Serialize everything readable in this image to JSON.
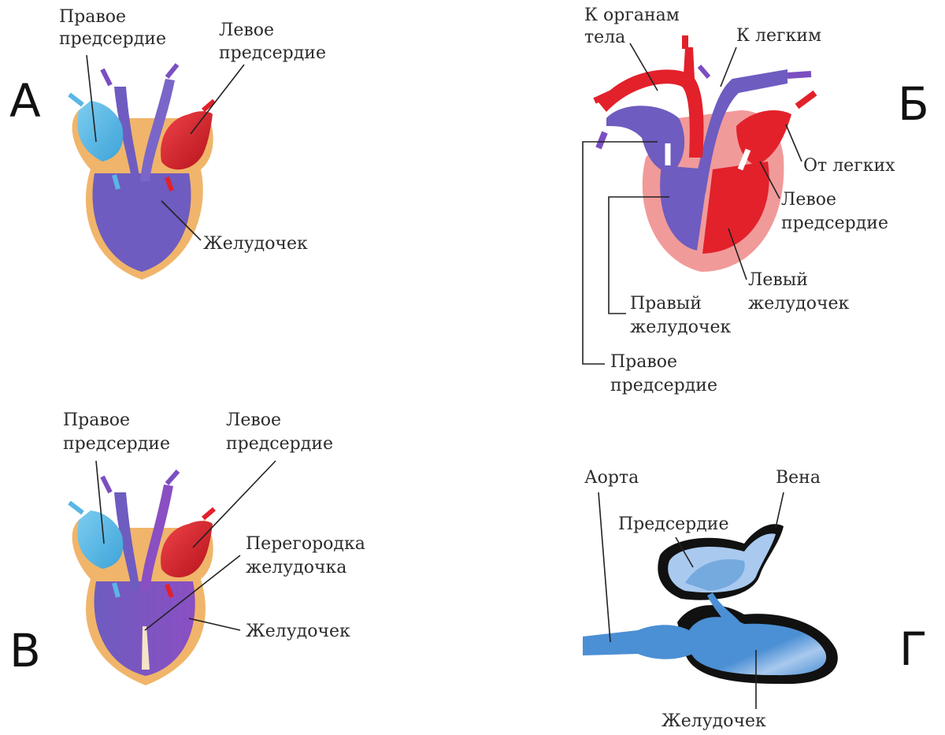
{
  "colors": {
    "deoxygenated": "#6e5cc0",
    "oxygenated": "#e2212b",
    "mixed": "#8a4fc2",
    "right_atrium_light": "#57b9e6",
    "pericardium": "#f0b56a",
    "fish_blue": "#4b8fd4",
    "mammal_wall": "#f19a9a",
    "arrow_blue": "#5ab6e5",
    "arrow_purple": "#7b4fc0",
    "arrow_red": "#e2212b"
  },
  "panels": {
    "a": {
      "letter": "А",
      "right_atrium": "Правое предсердие",
      "left_atrium": "Левое предсердие",
      "ventricle": "Желудочек"
    },
    "b": {
      "letter": "Б",
      "to_body": "К органам тела",
      "to_lungs": "К легким",
      "from_lungs": "От легких",
      "left_atrium": "Левое предсердие",
      "left_ventricle": "Левый желудочек",
      "right_ventricle": "Правый желудочек",
      "right_atrium": "Правое предсердие"
    },
    "c": {
      "letter": "В",
      "right_atrium": "Правое предсердие",
      "left_atrium": "Левое предсердие",
      "septum": "Перегородка желудочка",
      "ventricle": "Желудочек"
    },
    "d": {
      "letter": "Г",
      "aorta": "Аорта",
      "vein": "Вена",
      "atrium": "Предсердие",
      "ventricle": "Желудочек"
    }
  }
}
